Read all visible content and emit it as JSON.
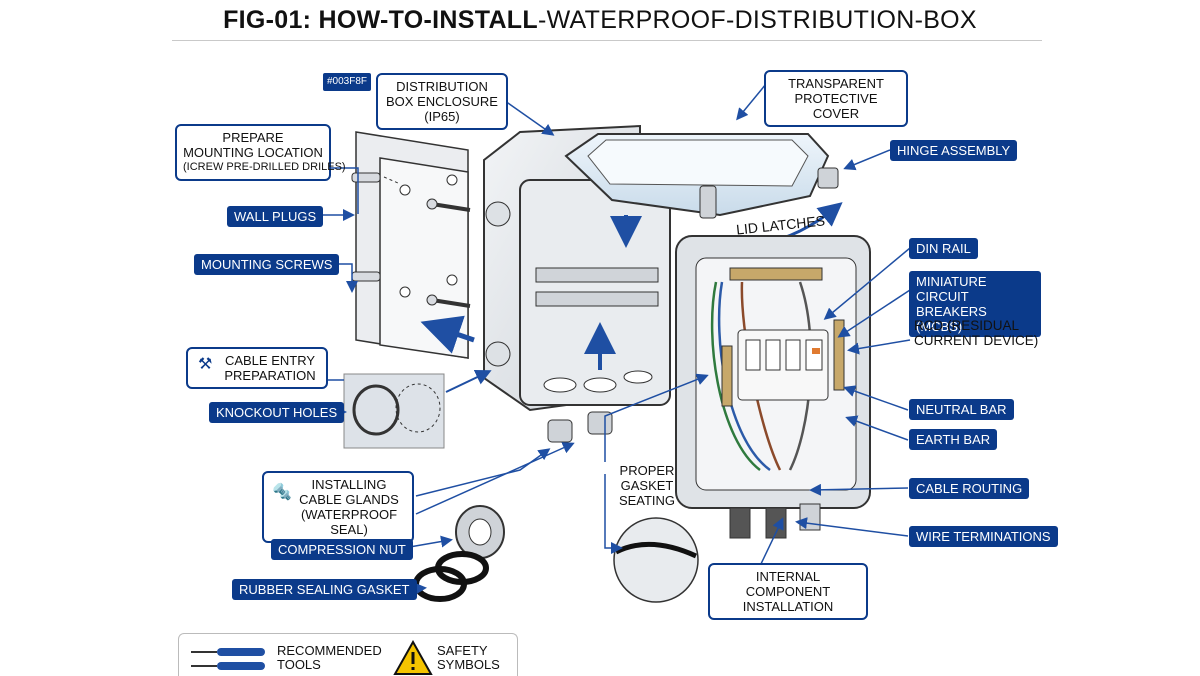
{
  "title": {
    "bold": "FIG-01: HOW-TO-INSTALL",
    "regular": "-WATERPROOF-DISTRIBUTION-BOX"
  },
  "hex_tag": "#003F8F",
  "colors": {
    "primary": "#0b3a8a",
    "accent": "#1f4fa3",
    "box": "#e4e7eb",
    "warning": "#f5c400"
  },
  "labels": {
    "enclosure": "DISTRIBUTION BOX ENCLOSURE (IP65)",
    "cover": "TRANSPARENT PROTECTIVE COVER",
    "prepare_line1": "PREPARE",
    "prepare_line2": "MOUNTING LOCATION",
    "prepare_line3": "(ICREW PRE-DRILLED DRILES)",
    "hinge": "HINGE ASSEMBLY",
    "wall_plugs": "WALL PLUGS",
    "lid_latches": "LID LATCHES",
    "mounting_screws": "MOUNTING SCREWS",
    "din_rail": "DIN RAIL",
    "mcb": "MINIATURE CIRCUIT BREAKERS (MCBs)",
    "rcd": "RCD (RESIDUAL CURRENT DEVICE)",
    "cable_entry": "CABLE ENTRY PREPARATION",
    "knockout": "KNOCKOUT HOLES",
    "neutral_bar": "NEUTRAL BAR",
    "earth_bar": "EARTH BAR",
    "gasket_seating": "PROPER GASKET SEATING",
    "glands": "INSTALLING CABLE GLANDS (WATERPROOF SEAL)",
    "cable_routing": "CABLE ROUTING",
    "compression_nut": "COMPRESSION NUT",
    "wire_terminations": "WIRE TERMINATIONS",
    "internal": "INTERNAL COMPONENT INSTALLATION",
    "rubber_gasket": "RUBBER SEALING GASKET"
  },
  "legend": {
    "tools": "RECOMMENDED TOOLS",
    "safety": "SAFETY SYMBOLS"
  }
}
